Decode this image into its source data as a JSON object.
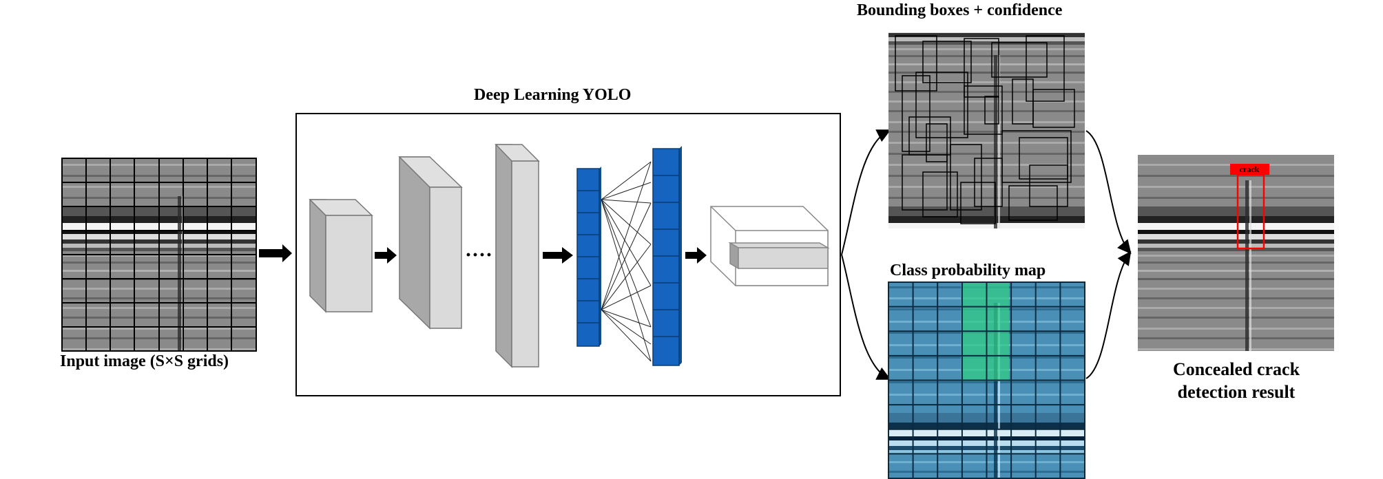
{
  "labels": {
    "input_image": "Input image (S×S grids)",
    "deep_learning": "Deep Learning YOLO",
    "bounding_boxes": "Bounding boxes + confidence",
    "class_probability": "Class probability map",
    "result_line1": "Concealed crack",
    "result_line2": "detection result",
    "crack_tag": "crack",
    "ellipsis": "····"
  },
  "colors": {
    "fc_blue": "#1565c0",
    "prob_overlay": "#3d8fb8",
    "crack_highlight": "#33cc88",
    "detection_box": "#ff0000"
  }
}
